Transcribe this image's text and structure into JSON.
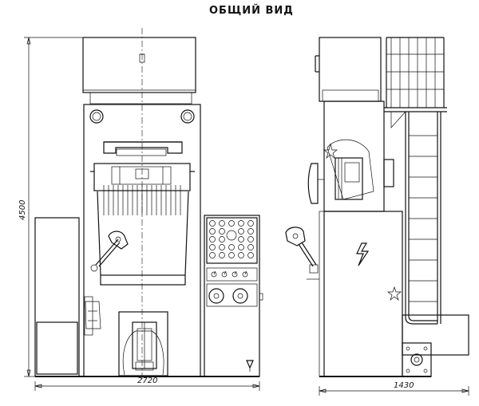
{
  "title": "ОБЩИЙ ВИД",
  "dimensions": {
    "width_front": "2720",
    "width_side": "1430",
    "height": "4500"
  }
}
